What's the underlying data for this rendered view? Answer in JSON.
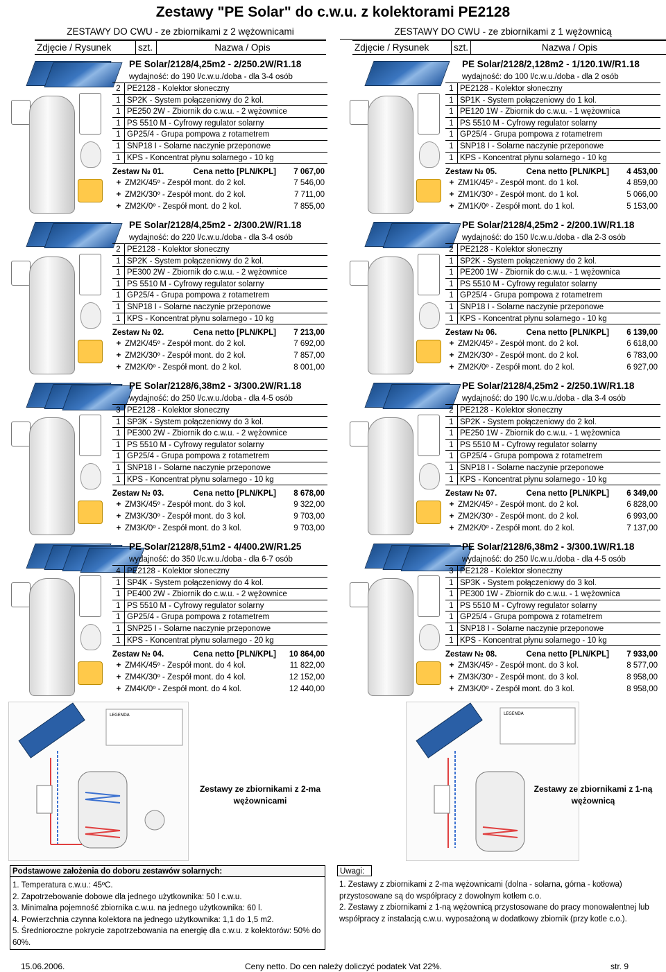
{
  "title": "Zestawy \"PE Solar\" do c.w.u. z kolektorami PE2128",
  "left_header": "ZESTAWY DO CWU - ze zbiornikami z 2 wężownicami",
  "right_header": "ZESTAWY DO CWU - ze zbiornikami z 1 wężownicą",
  "col_photo": "Zdjęcie / Rysunek",
  "col_qty": "szt.",
  "col_name": "Nazwa / Opis",
  "price_label": "Cena netto [PLN/KPL]",
  "sets": [
    {
      "name": "PE Solar/2128/4,25m2 - 2/250.2W/R1.18",
      "eff": "wydajność: do 190 l/c.w.u./doba - dla 3-4 osób",
      "items": [
        [
          "2",
          "PE2128 - Kolektor słoneczny"
        ],
        [
          "1",
          "SP2K - System połączeniowy do 2 kol."
        ],
        [
          "1",
          "PE250 2W - Zbiornik do c.w.u. - 2 wężownice"
        ],
        [
          "1",
          "PS 5510 M - Cyfrowy regulator solarny"
        ],
        [
          "1",
          "GP25/4 - Grupa pompowa z rotametrem"
        ],
        [
          "1",
          "SNP18 I - Solarne naczynie przeponowe"
        ],
        [
          "1",
          "KPS - Koncentrat płynu solarnego - 10 kg"
        ]
      ],
      "zestaw": "Zestaw № 01.",
      "price": "7 067,00",
      "variants": [
        [
          "+",
          "ZM2K/45º - Zespół mont. do 2 kol.",
          "7 546,00"
        ],
        [
          "+",
          "ZM2K/30º - Zespół mont. do 2 kol.",
          "7 711,00"
        ],
        [
          "+",
          "ZM2K/0º - Zespół mont. do 2 kol.",
          "7 855,00"
        ]
      ]
    },
    {
      "name": "PE Solar/2128/4,25m2 - 2/300.2W/R1.18",
      "eff": "wydajność: do 220 l/c.w.u./doba - dla 3-4 osób",
      "items": [
        [
          "2",
          "PE2128 - Kolektor słoneczny"
        ],
        [
          "1",
          "SP2K - System połączeniowy do 2 kol."
        ],
        [
          "1",
          "PE300 2W - Zbiornik do c.w.u. - 2 wężownice"
        ],
        [
          "1",
          "PS 5510 M - Cyfrowy regulator solarny"
        ],
        [
          "1",
          "GP25/4 - Grupa pompowa z rotametrem"
        ],
        [
          "1",
          "SNP18 I - Solarne naczynie przeponowe"
        ],
        [
          "1",
          "KPS - Koncentrat płynu solarnego - 10 kg"
        ]
      ],
      "zestaw": "Zestaw № 02.",
      "price": "7 213,00",
      "variants": [
        [
          "+",
          "ZM2K/45º - Zespół mont. do 2 kol.",
          "7 692,00"
        ],
        [
          "+",
          "ZM2K/30º - Zespół mont. do 2 kol.",
          "7 857,00"
        ],
        [
          "+",
          "ZM2K/0º - Zespół mont. do 2 kol.",
          "8 001,00"
        ]
      ]
    },
    {
      "name": "PE Solar/2128/6,38m2 - 3/300.2W/R1.18",
      "eff": "wydajność: do 250 l/c.w.u./doba - dla 4-5 osób",
      "items": [
        [
          "3",
          "PE2128 - Kolektor słoneczny"
        ],
        [
          "1",
          "SP3K - System połączeniowy do 3 kol."
        ],
        [
          "1",
          "PE300 2W - Zbiornik do c.w.u. - 2 wężownice"
        ],
        [
          "1",
          "PS 5510 M - Cyfrowy regulator solarny"
        ],
        [
          "1",
          "GP25/4 - Grupa pompowa z rotametrem"
        ],
        [
          "1",
          "SNP18 I - Solarne naczynie przeponowe"
        ],
        [
          "1",
          "KPS - Koncentrat płynu solarnego - 10 kg"
        ]
      ],
      "zestaw": "Zestaw № 03.",
      "price": "8 678,00",
      "variants": [
        [
          "+",
          "ZM3K/45º - Zespół mont. do 3 kol.",
          "9 322,00"
        ],
        [
          "+",
          "ZM3K/30º - Zespół mont. do 3 kol.",
          "9 703,00"
        ],
        [
          "+",
          "ZM3K/0º - Zespół mont. do 3 kol.",
          "9 703,00"
        ]
      ]
    },
    {
      "name": "PE Solar/2128/8,51m2 - 4/400.2W/R1.25",
      "eff": "wydajność: do 350 l/c.w.u./doba - dla 6-7 osób",
      "items": [
        [
          "4",
          "PE2128 - Kolektor słoneczny"
        ],
        [
          "1",
          "SP4K - System połączeniowy do 4 kol."
        ],
        [
          "1",
          "PE400 2W - Zbiornik do c.w.u. - 2 wężownice"
        ],
        [
          "1",
          "PS 5510 M - Cyfrowy regulator solarny"
        ],
        [
          "1",
          "GP25/4 - Grupa pompowa z rotametrem"
        ],
        [
          "1",
          "SNP25 I - Solarne naczynie przeponowe"
        ],
        [
          "1",
          "KPS - Koncentrat płynu solarnego - 20 kg"
        ]
      ],
      "zestaw": "Zestaw № 04.",
      "price": "10 864,00",
      "variants": [
        [
          "+",
          "ZM4K/45º - Zespół mont. do 4 kol.",
          "11 822,00"
        ],
        [
          "+",
          "ZM4K/30º - Zespół mont. do 4 kol.",
          "12 152,00"
        ],
        [
          "+",
          "ZM4K/0º - Zespół mont. do 4 kol.",
          "12 440,00"
        ]
      ]
    },
    {
      "name": "PE Solar/2128/2,128m2 - 1/120.1W/R1.18",
      "eff": "wydajność: do 100 l/c.w.u./doba - dla 2 osób",
      "items": [
        [
          "1",
          "PE2128 - Kolektor słoneczny"
        ],
        [
          "1",
          "SP1K - System połączeniowy do 1 kol."
        ],
        [
          "1",
          "PE120 1W - Zbiornik do c.w.u. - 1 wężownica"
        ],
        [
          "1",
          "PS 5510 M - Cyfrowy regulator solarny"
        ],
        [
          "1",
          "GP25/4 - Grupa pompowa z rotametrem"
        ],
        [
          "1",
          "SNP18 I - Solarne naczynie przeponowe"
        ],
        [
          "1",
          "KPS - Koncentrat płynu solarnego - 10 kg"
        ]
      ],
      "zestaw": "Zestaw № 05.",
      "price": "4 453,00",
      "variants": [
        [
          "+",
          "ZM1K/45º - Zespół mont. do 1 kol.",
          "4 859,00"
        ],
        [
          "+",
          "ZM1K/30º - Zespół mont. do 1 kol.",
          "5 066,00"
        ],
        [
          "+",
          "ZM1K/0º - Zespół mont. do 1 kol.",
          "5 153,00"
        ]
      ]
    },
    {
      "name": "PE Solar/2128/4,25m2 - 2/200.1W/R1.18",
      "eff": "wydajność: do 150 l/c.w.u./doba - dla 2-3 osób",
      "items": [
        [
          "2",
          "PE2128 - Kolektor słoneczny"
        ],
        [
          "1",
          "SP2K - System połączeniowy do 2 kol."
        ],
        [
          "1",
          "PE200 1W - Zbiornik do c.w.u. - 1 wężownica"
        ],
        [
          "1",
          "PS 5510 M - Cyfrowy regulator solarny"
        ],
        [
          "1",
          "GP25/4 - Grupa pompowa z rotametrem"
        ],
        [
          "1",
          "SNP18 I - Solarne naczynie przeponowe"
        ],
        [
          "1",
          "KPS - Koncentrat płynu solarnego - 10 kg"
        ]
      ],
      "zestaw": "Zestaw № 06.",
      "price": "6 139,00",
      "variants": [
        [
          "+",
          "ZM2K/45º - Zespół mont. do 2 kol.",
          "6 618,00"
        ],
        [
          "+",
          "ZM2K/30º - Zespół mont. do 2 kol.",
          "6 783,00"
        ],
        [
          "+",
          "ZM2K/0º - Zespół mont. do 2 kol.",
          "6 927,00"
        ]
      ]
    },
    {
      "name": "PE Solar/2128/4,25m2 - 2/250.1W/R1.18",
      "eff": "wydajność: do 190 l/c.w.u./doba - dla 3-4 osób",
      "items": [
        [
          "2",
          "PE2128 - Kolektor słoneczny"
        ],
        [
          "1",
          "SP2K - System połączeniowy do 2 kol."
        ],
        [
          "1",
          "PE250 1W - Zbiornik do c.w.u. - 1 wężownica"
        ],
        [
          "1",
          "PS 5510 M - Cyfrowy regulator solarny"
        ],
        [
          "1",
          "GP25/4 - Grupa pompowa z rotametrem"
        ],
        [
          "1",
          "SNP18 I - Solarne naczynie przeponowe"
        ],
        [
          "1",
          "KPS - Koncentrat płynu solarnego - 10 kg"
        ]
      ],
      "zestaw": "Zestaw № 07.",
      "price": "6 349,00",
      "variants": [
        [
          "+",
          "ZM2K/45º - Zespół mont. do 2 kol.",
          "6 828,00"
        ],
        [
          "+",
          "ZM2K/30º - Zespół mont. do 2 kol.",
          "6 993,00"
        ],
        [
          "+",
          "ZM2K/0º - Zespół mont. do 2 kol.",
          "7 137,00"
        ]
      ]
    },
    {
      "name": "PE Solar/2128/6,38m2 - 3/300.1W/R1.18",
      "eff": "wydajność: do 250 l/c.w.u./doba - dla 4-5 osób",
      "items": [
        [
          "3",
          "PE2128 - Kolektor słoneczny"
        ],
        [
          "1",
          "SP3K - System połączeniowy do 3 kol."
        ],
        [
          "1",
          "PE300 1W - Zbiornik do c.w.u. - 1 wężownica"
        ],
        [
          "1",
          "PS 5510 M - Cyfrowy regulator solarny"
        ],
        [
          "1",
          "GP25/4 - Grupa pompowa z rotametrem"
        ],
        [
          "1",
          "SNP18 I - Solarne naczynie przeponowe"
        ],
        [
          "1",
          "KPS - Koncentrat płynu solarnego - 10 kg"
        ]
      ],
      "zestaw": "Zestaw № 08.",
      "price": "7 933,00",
      "variants": [
        [
          "+",
          "ZM3K/45º - Zespół mont. do 3 kol.",
          "8 577,00"
        ],
        [
          "+",
          "ZM3K/30º - Zespół mont. do 3 kol.",
          "8 958,00"
        ],
        [
          "+",
          "ZM3K/0º - Zespół mont. do 3 kol.",
          "8 958,00"
        ]
      ]
    }
  ],
  "diagram_left_caption": "Zestawy ze zbiornikami z 2-ma wężownicami",
  "diagram_right_caption": "Zestawy ze zbiornikami z 1-ną wężownicą",
  "legend_title": "LEGENDA",
  "assumptions_title": "Podstawowe założenia do doboru zestawów solarnych:",
  "assumptions": [
    "1. Temperatura c.w.u.: 45ºC.",
    "2. Zapotrzebowanie dobowe dla jednego użytkownika: 50 l c.w.u.",
    "3. Minimalna pojemność zbiornika c.w.u. na jednego użytkownika: 60 l.",
    "4. Powierzchnia czynna kolektora na jednego użytkownika: 1,1 do 1,5 m2.",
    "5. Średnioroczne pokrycie zapotrzebowania na energię dla c.w.u. z kolektorów: 50% do 60%."
  ],
  "notes_title": "Uwagi:",
  "notes": [
    "1. Zestawy z zbiornikami z 2-ma wężownicami (dolna - solarna, górna - kotłowa) przystosowane są do współpracy z dowolnym kotłem c.o.",
    "2. Zestawy z zbiornikami z 1-ną wężownicą przystosowane do pracy monowalentnej lub współpracy z instalacją c.w.u. wyposażoną w dodatkowy zbiornik (przy kotle c.o.)."
  ],
  "footer": {
    "date": "15.06.2006.",
    "note": "Ceny netto. Do cen należy doliczyć podatek Vat 22%.",
    "page": "str. 9"
  }
}
